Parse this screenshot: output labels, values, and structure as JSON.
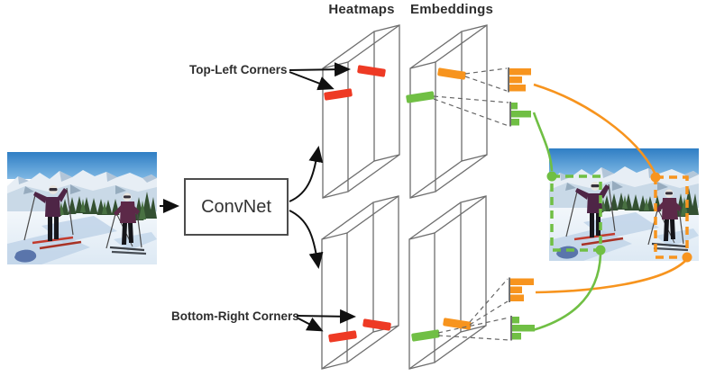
{
  "figure_titles": {
    "heatmaps": "Heatmaps",
    "embeddings": "Embeddings"
  },
  "annotations": {
    "top_left_corners": "Top-Left Corners",
    "bottom_right_corners": "Bottom-Right Corners"
  },
  "convnet_label": "ConvNet",
  "colors": {
    "red": "#ee3a24",
    "orange": "#f7941e",
    "green": "#70bf44",
    "wireframe": "#6e6e6e",
    "arrow": "#101010",
    "text": "#2e2e2e",
    "dashed_connector": "#666666"
  },
  "embedding_charts": [
    {
      "id": "top-left-object1",
      "color_key": "orange",
      "values": [
        24,
        14,
        18
      ]
    },
    {
      "id": "top-left-object2",
      "color_key": "green",
      "values": [
        7,
        22,
        9
      ]
    },
    {
      "id": "bottom-right-object1",
      "color_key": "orange",
      "values": [
        26,
        13,
        15
      ]
    },
    {
      "id": "bottom-right-object2",
      "color_key": "green",
      "values": [
        8,
        25,
        10
      ]
    }
  ],
  "corner_marks": {
    "top_left_heatmap": [
      "red",
      "red"
    ],
    "top_left_embedding": [
      "orange",
      "green"
    ],
    "bottom_right_heatmap": [
      "red",
      "red"
    ],
    "bottom_right_embedding": [
      "orange",
      "green"
    ]
  },
  "bounding_boxes": [
    {
      "object": "person-left",
      "color": "green",
      "style": "dashed"
    },
    {
      "object": "person-right",
      "color": "orange",
      "style": "dashed"
    }
  ]
}
